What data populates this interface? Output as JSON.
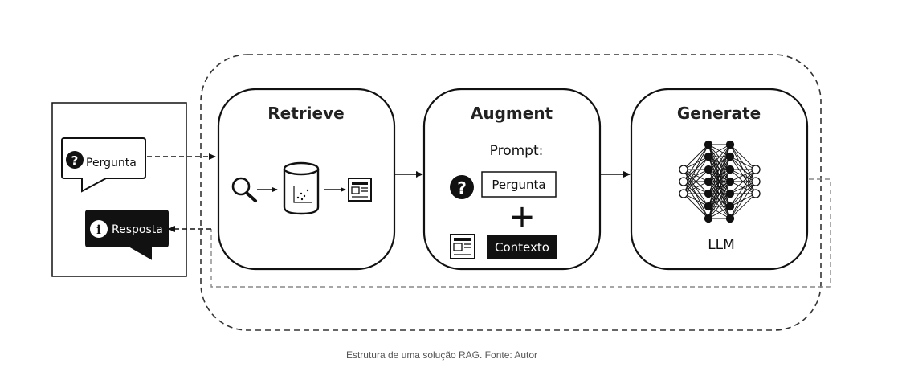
{
  "stages": {
    "retrieve": {
      "title": "Retrieve"
    },
    "augment": {
      "title": "Augment",
      "prompt_label": "Prompt:",
      "question_label": "Pergunta",
      "plus": "+",
      "context_label": "Contexto"
    },
    "generate": {
      "title": "Generate",
      "model_label": "LLM"
    }
  },
  "user": {
    "question_label": "Pergunta",
    "answer_label": "Resposta"
  },
  "caption": "Estrutura de uma solução RAG. Fonte: Autor",
  "icons": {
    "question": "question-mark-icon",
    "info": "info-icon",
    "search": "magnifier-icon",
    "database": "database-icon",
    "document": "document-icon",
    "neural_net": "neural-network-icon"
  },
  "colors": {
    "ink": "#111111",
    "caption": "#555555",
    "dashed": "#333333",
    "return_path": "#888888"
  }
}
